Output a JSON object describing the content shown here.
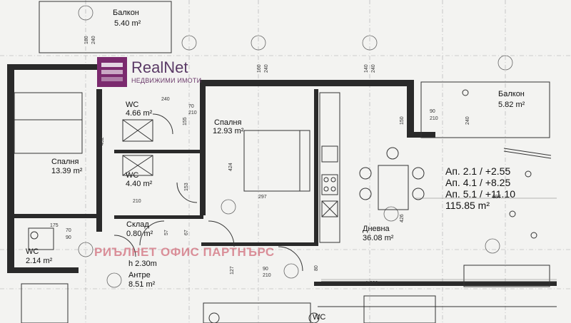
{
  "logo": {
    "name": "RealNet",
    "subtitle": "НЕДВИЖИМИ ИМОТИ",
    "color": "#7b2a6e"
  },
  "watermark": "РИЪЛНЕТ ОФИС ПАРТНЪРС",
  "rooms": [
    {
      "id": "balcony-top",
      "name": "Балкон",
      "area": "5.40 m²"
    },
    {
      "id": "balcony-right",
      "name": "Балкон",
      "area": "5.82 m²"
    },
    {
      "id": "wc-1",
      "name": "WC",
      "area": "4.66 m²"
    },
    {
      "id": "bedroom-2",
      "name": "Спалня",
      "area": "12.93 m²"
    },
    {
      "id": "bedroom-1",
      "name": "Спалня",
      "area": "13.39 m²"
    },
    {
      "id": "wc-2",
      "name": "WC",
      "area": "4.40 m²"
    },
    {
      "id": "storage",
      "name": "Склад",
      "area": "0.80 m²"
    },
    {
      "id": "wc-3",
      "name": "WC",
      "area": "2.14 m²"
    },
    {
      "id": "living",
      "name": "Дневна",
      "area": "36.08 m²"
    },
    {
      "id": "hall",
      "name": "Антре",
      "area": "8.51 m²"
    }
  ],
  "height_note": "h 2.30m",
  "bottom_wc": "WC",
  "apartments": {
    "line1": "Ап. 2.1 / +2.55",
    "line2": "Ап. 4.1 / +8.25",
    "line3": "Ап. 5.1 / +11.10",
    "total": "115.85 m²"
  },
  "dimensions": [
    "180",
    "240",
    "160",
    "240",
    "140",
    "240",
    "240",
    "70",
    "210",
    "150",
    "240",
    "432",
    "90",
    "210",
    "155",
    "297",
    "424",
    "697",
    "426",
    "153",
    "57",
    "67",
    "70",
    "175",
    "90",
    "127",
    "210",
    "1,082",
    "80",
    "90",
    "210"
  ]
}
